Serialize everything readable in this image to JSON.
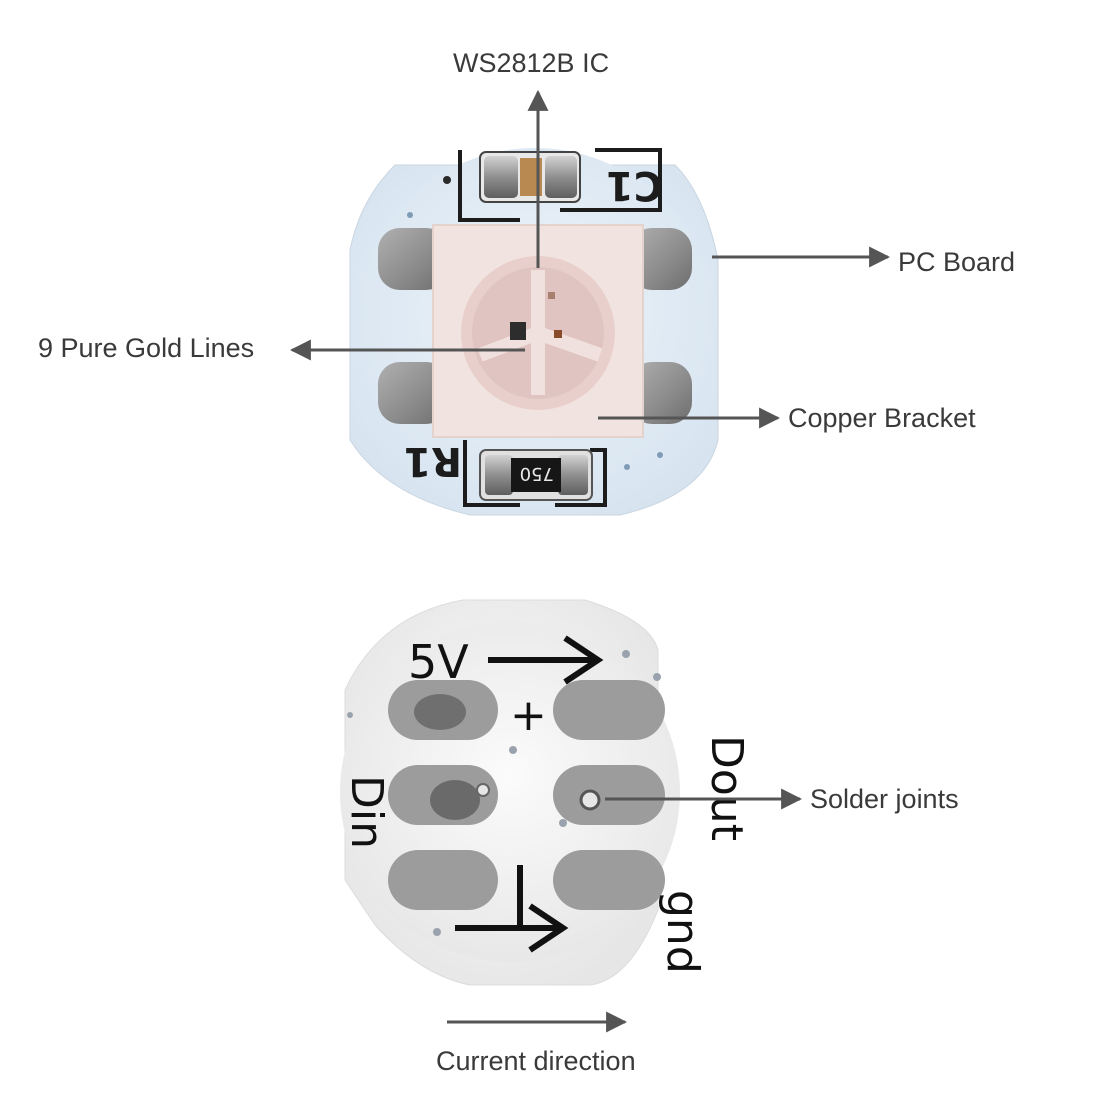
{
  "labels": {
    "ic": "WS2812B IC",
    "pc_board": "PC Board",
    "gold_lines": "9 Pure Gold Lines",
    "copper_bracket": "Copper Bracket",
    "solder_joints": "Solder joints",
    "current_direction": "Current direction"
  },
  "front_board": {
    "capacitor_ref": "C1",
    "resistor_ref": "R1",
    "resistor_value": "750"
  },
  "back_board": {
    "vcc": "5V",
    "plus": "+",
    "din": "Din",
    "dout": "Dout",
    "gnd": "gnd"
  },
  "colors": {
    "label_text": "#3a3a3a",
    "arrow": "#555555",
    "front_board": "#e3edf6",
    "back_board": "#f4f4f4",
    "led_body": "#f3e7e4",
    "solder_pad": "#9c9c9c"
  }
}
